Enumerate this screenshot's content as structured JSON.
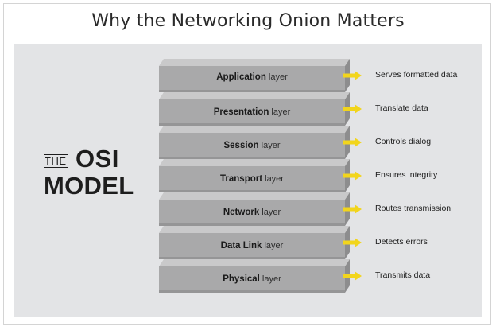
{
  "title": "Why the Networking Onion Matters",
  "logo": {
    "the": "THE",
    "osi": "OSI",
    "model": "MODEL"
  },
  "layer_suffix": "layer",
  "layers": [
    {
      "name": "Application",
      "description": "Serves formatted data"
    },
    {
      "name": "Presentation",
      "description": "Translate data"
    },
    {
      "name": "Session",
      "description": "Controls dialog"
    },
    {
      "name": "Transport",
      "description": "Ensures integrity"
    },
    {
      "name": "Network",
      "description": "Routes transmission"
    },
    {
      "name": "Data Link",
      "description": "Detects errors"
    },
    {
      "name": "Physical",
      "description": "Transmits data"
    }
  ],
  "colors": {
    "block_face": "#a9a9aa",
    "block_top": "#c9c9ca",
    "block_side": "#8d8d8e",
    "arrow": "#f2d51c",
    "panel": "#e3e4e6"
  }
}
